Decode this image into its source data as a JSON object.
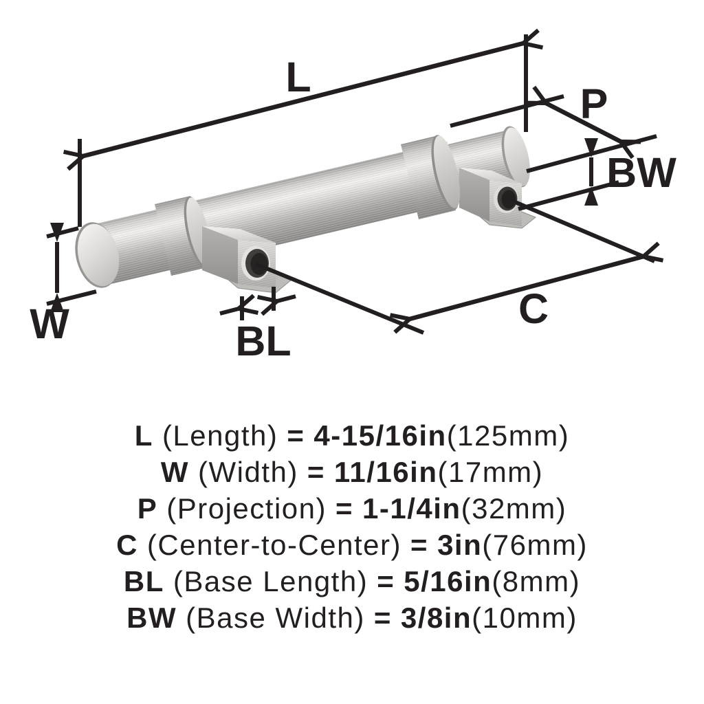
{
  "diagram": {
    "labels": {
      "L": "L",
      "P": "P",
      "BW": "BW",
      "W": "W",
      "BL": "BL",
      "C": "C"
    }
  },
  "specs": {
    "rows": [
      {
        "symbol": "L",
        "name": "(Length)",
        "eq": "=",
        "value": "4-15/16in",
        "metric": "(125mm)"
      },
      {
        "symbol": "W",
        "name": "(Width)",
        "eq": "=",
        "value": "11/16in",
        "metric": "(17mm)"
      },
      {
        "symbol": "P",
        "name": "(Projection)",
        "eq": "=",
        "value": "1-1/4in",
        "metric": "(32mm)"
      },
      {
        "symbol": "C",
        "name": "(Center-to-Center)",
        "eq": "=",
        "value": "3in",
        "metric": "(76mm)"
      },
      {
        "symbol": "BL",
        "name": "(Base Length)",
        "eq": "=",
        "value": "5/16in",
        "metric": "(8mm)"
      },
      {
        "symbol": "BW",
        "name": "(Base Width)",
        "eq": "=",
        "value": "3/8in",
        "metric": "(10mm)"
      }
    ]
  },
  "colors": {
    "line": "#231f20",
    "background": "#ffffff",
    "metal_highlight": "#f1f0ed",
    "metal_mid": "#c9c8c5",
    "metal_shadow": "#888785",
    "hole_dark": "#262422"
  }
}
